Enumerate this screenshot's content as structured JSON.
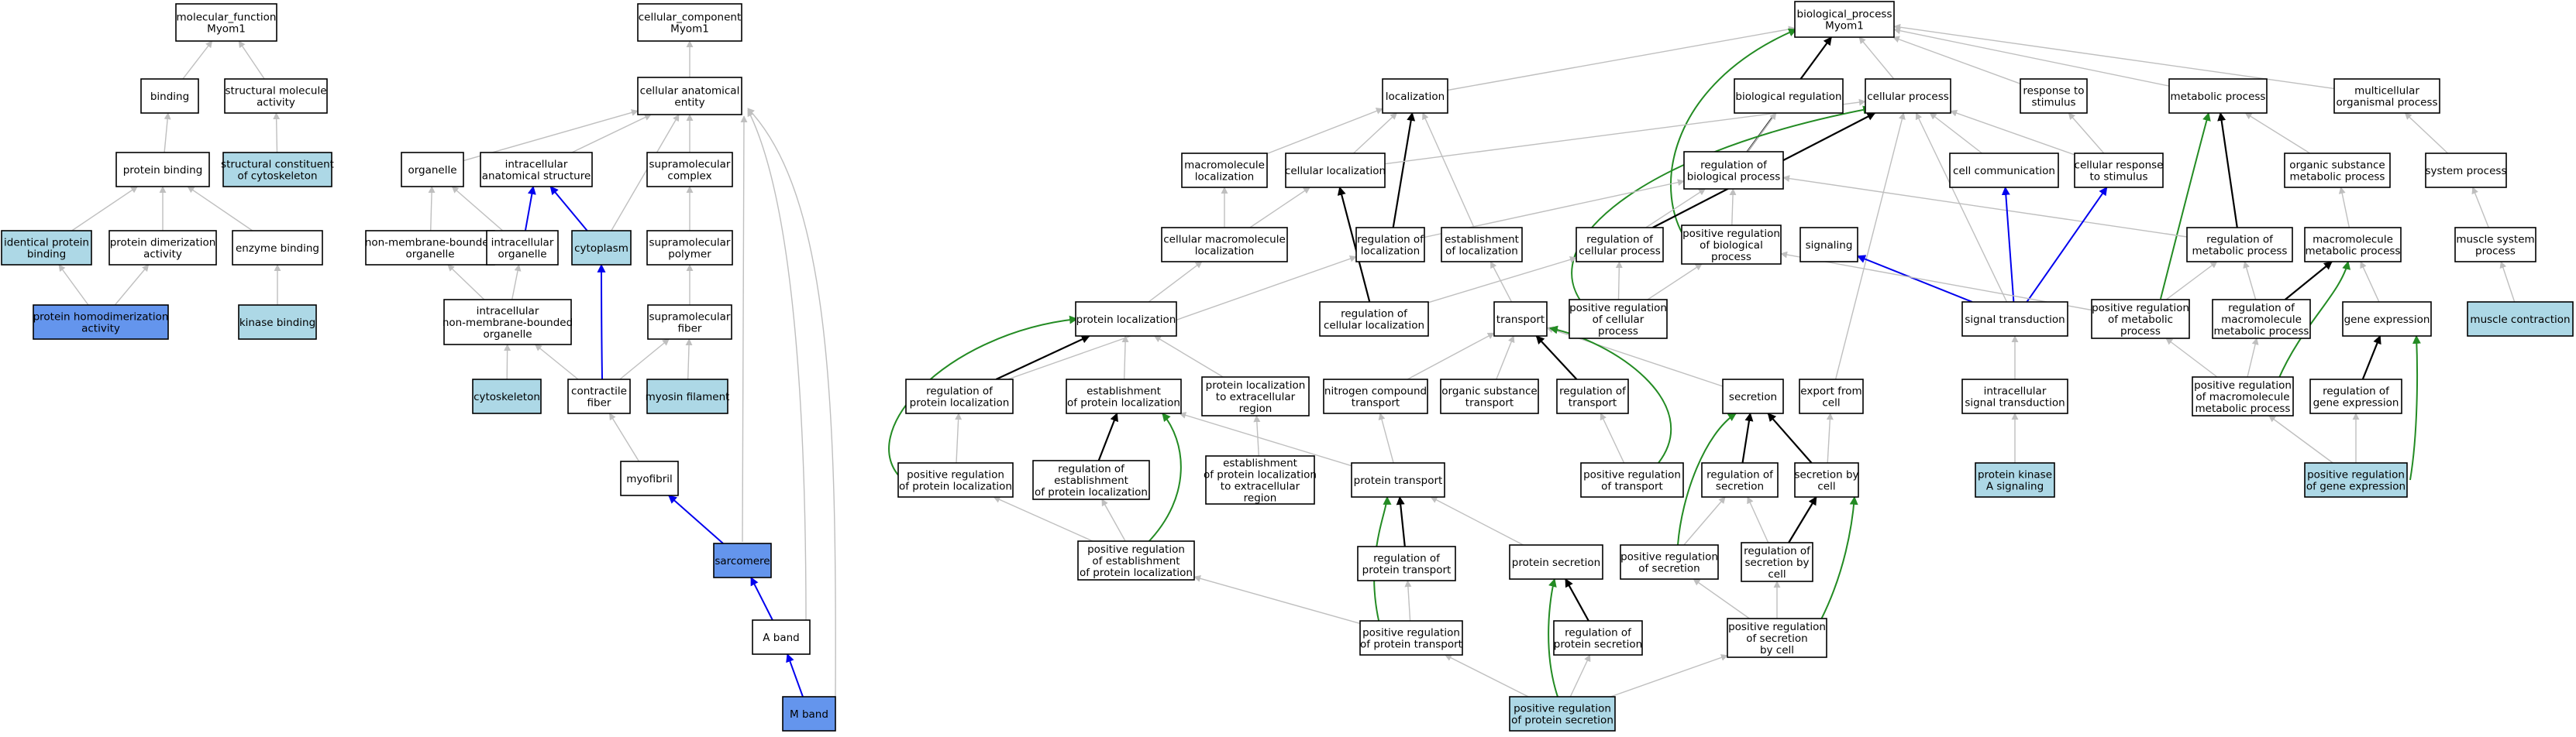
{
  "palette": {
    "plain_fill": "#ffffff",
    "light_fill": "#add8e6",
    "dark_fill": "#6495ed",
    "edge_gray": "#bfbfbf",
    "edge_black": "#000000",
    "edge_blue": "#0000ee",
    "edge_green": "#238b23"
  },
  "nodes": [
    {
      "id": "mf",
      "lines": [
        "molecular_function",
        "Myom1"
      ],
      "style": "plain"
    },
    {
      "id": "binding",
      "lines": [
        "binding"
      ],
      "style": "plain"
    },
    {
      "id": "smact",
      "lines": [
        "structural molecule",
        "activity"
      ],
      "style": "plain"
    },
    {
      "id": "pbind",
      "lines": [
        "protein binding"
      ],
      "style": "plain"
    },
    {
      "id": "scc",
      "lines": [
        "structural constituent",
        "of cytoskeleton"
      ],
      "style": "light"
    },
    {
      "id": "ipb",
      "lines": [
        "identical protein",
        "binding"
      ],
      "style": "light"
    },
    {
      "id": "pda",
      "lines": [
        "protein dimerization",
        "activity"
      ],
      "style": "plain"
    },
    {
      "id": "ebind",
      "lines": [
        "enzyme binding"
      ],
      "style": "plain"
    },
    {
      "id": "phda",
      "lines": [
        "protein homodimerization",
        "activity"
      ],
      "style": "dark"
    },
    {
      "id": "kbind",
      "lines": [
        "kinase binding"
      ],
      "style": "light"
    },
    {
      "id": "cc",
      "lines": [
        "cellular_component",
        "Myom1"
      ],
      "style": "plain"
    },
    {
      "id": "cae",
      "lines": [
        "cellular anatomical",
        "entity"
      ],
      "style": "plain"
    },
    {
      "id": "organelle",
      "lines": [
        "organelle"
      ],
      "style": "plain"
    },
    {
      "id": "ias",
      "lines": [
        "intracellular",
        "anatomical structure"
      ],
      "style": "plain"
    },
    {
      "id": "smc",
      "lines": [
        "supramolecular",
        "complex"
      ],
      "style": "plain"
    },
    {
      "id": "nmbo",
      "lines": [
        "non-membrane-bounded",
        "organelle"
      ],
      "style": "plain"
    },
    {
      "id": "io",
      "lines": [
        "intracellular",
        "organelle"
      ],
      "style": "plain"
    },
    {
      "id": "cyto",
      "lines": [
        "cytoplasm"
      ],
      "style": "light"
    },
    {
      "id": "smp",
      "lines": [
        "supramolecular",
        "polymer"
      ],
      "style": "plain"
    },
    {
      "id": "inmbo",
      "lines": [
        "intracellular",
        "non-membrane-bounded",
        "organelle"
      ],
      "style": "plain"
    },
    {
      "id": "smf",
      "lines": [
        "supramolecular",
        "fiber"
      ],
      "style": "plain"
    },
    {
      "id": "cytoskel",
      "lines": [
        "cytoskeleton"
      ],
      "style": "light"
    },
    {
      "id": "cfib",
      "lines": [
        "contractile",
        "fiber"
      ],
      "style": "plain"
    },
    {
      "id": "myof",
      "lines": [
        "myosin filament"
      ],
      "style": "light"
    },
    {
      "id": "myofibril",
      "lines": [
        "myofibril"
      ],
      "style": "plain"
    },
    {
      "id": "sarc",
      "lines": [
        "sarcomere"
      ],
      "style": "dark"
    },
    {
      "id": "aband",
      "lines": [
        "A band"
      ],
      "style": "plain"
    },
    {
      "id": "mband",
      "lines": [
        "M band"
      ],
      "style": "dark"
    },
    {
      "id": "bp",
      "lines": [
        "biological_process",
        "Myom1"
      ],
      "style": "plain"
    },
    {
      "id": "loc",
      "lines": [
        "localization"
      ],
      "style": "plain"
    },
    {
      "id": "breg",
      "lines": [
        "biological regulation"
      ],
      "style": "plain"
    },
    {
      "id": "cproc",
      "lines": [
        "cellular process"
      ],
      "style": "plain"
    },
    {
      "id": "rts",
      "lines": [
        "response to",
        "stimulus"
      ],
      "style": "plain"
    },
    {
      "id": "metab",
      "lines": [
        "metabolic process"
      ],
      "style": "plain"
    },
    {
      "id": "mop",
      "lines": [
        "multicellular",
        "organismal process"
      ],
      "style": "plain"
    },
    {
      "id": "mml",
      "lines": [
        "macromolecule",
        "localization"
      ],
      "style": "plain"
    },
    {
      "id": "cloc",
      "lines": [
        "cellular localization"
      ],
      "style": "plain"
    },
    {
      "id": "rbp",
      "lines": [
        "regulation of",
        "biological process"
      ],
      "style": "plain"
    },
    {
      "id": "ccomm",
      "lines": [
        "cell communication"
      ],
      "style": "plain"
    },
    {
      "id": "crts",
      "lines": [
        "cellular response",
        "to stimulus"
      ],
      "style": "plain"
    },
    {
      "id": "osmp",
      "lines": [
        "organic substance",
        "metabolic process"
      ],
      "style": "plain"
    },
    {
      "id": "sysp",
      "lines": [
        "system process"
      ],
      "style": "plain"
    },
    {
      "id": "cmml",
      "lines": [
        "cellular macromolecule",
        "localization"
      ],
      "style": "plain"
    },
    {
      "id": "rloc",
      "lines": [
        "regulation of",
        "localization"
      ],
      "style": "plain"
    },
    {
      "id": "eloc",
      "lines": [
        "establishment",
        "of localization"
      ],
      "style": "plain"
    },
    {
      "id": "rcp",
      "lines": [
        "regulation of",
        "cellular process"
      ],
      "style": "plain"
    },
    {
      "id": "prbp",
      "lines": [
        "positive regulation",
        "of biological",
        "process"
      ],
      "style": "plain"
    },
    {
      "id": "signal",
      "lines": [
        "signaling"
      ],
      "style": "plain"
    },
    {
      "id": "rmp",
      "lines": [
        "regulation of",
        "metabolic process"
      ],
      "style": "plain"
    },
    {
      "id": "mmp",
      "lines": [
        "macromolecule",
        "metabolic process"
      ],
      "style": "plain"
    },
    {
      "id": "msp",
      "lines": [
        "muscle system",
        "process"
      ],
      "style": "plain"
    },
    {
      "id": "ploc",
      "lines": [
        "protein localization"
      ],
      "style": "plain"
    },
    {
      "id": "rcloc",
      "lines": [
        "regulation of",
        "cellular localization"
      ],
      "style": "plain"
    },
    {
      "id": "transport",
      "lines": [
        "transport"
      ],
      "style": "plain"
    },
    {
      "id": "prcp",
      "lines": [
        "positive regulation",
        "of cellular",
        "process"
      ],
      "style": "plain"
    },
    {
      "id": "st",
      "lines": [
        "signal transduction"
      ],
      "style": "plain"
    },
    {
      "id": "prmp",
      "lines": [
        "positive regulation",
        "of metabolic",
        "process"
      ],
      "style": "plain"
    },
    {
      "id": "rmmp",
      "lines": [
        "regulation of",
        "macromolecule",
        "metabolic process"
      ],
      "style": "plain"
    },
    {
      "id": "gexp",
      "lines": [
        "gene expression"
      ],
      "style": "plain"
    },
    {
      "id": "mcon",
      "lines": [
        "muscle contraction"
      ],
      "style": "light"
    },
    {
      "id": "rploc",
      "lines": [
        "regulation of",
        "protein localization"
      ],
      "style": "plain"
    },
    {
      "id": "eploc",
      "lines": [
        "establishment",
        "of protein localization"
      ],
      "style": "plain"
    },
    {
      "id": "pler",
      "lines": [
        "protein localization",
        "to extracellular",
        "region"
      ],
      "style": "plain"
    },
    {
      "id": "nct",
      "lines": [
        "nitrogen compound",
        "transport"
      ],
      "style": "plain"
    },
    {
      "id": "ost",
      "lines": [
        "organic substance",
        "transport"
      ],
      "style": "plain"
    },
    {
      "id": "rtrans",
      "lines": [
        "regulation of",
        "transport"
      ],
      "style": "plain"
    },
    {
      "id": "secr",
      "lines": [
        "secretion"
      ],
      "style": "plain"
    },
    {
      "id": "efc",
      "lines": [
        "export from",
        "cell"
      ],
      "style": "plain"
    },
    {
      "id": "ist",
      "lines": [
        "intracellular",
        "signal transduction"
      ],
      "style": "plain"
    },
    {
      "id": "prmmp",
      "lines": [
        "positive regulation",
        "of macromolecule",
        "metabolic process"
      ],
      "style": "plain"
    },
    {
      "id": "rge",
      "lines": [
        "regulation of",
        "gene expression"
      ],
      "style": "plain"
    },
    {
      "id": "prploc",
      "lines": [
        "positive regulation",
        "of protein localization"
      ],
      "style": "plain"
    },
    {
      "id": "reploc",
      "lines": [
        "regulation of",
        "establishment",
        "of protein localization"
      ],
      "style": "plain"
    },
    {
      "id": "epler",
      "lines": [
        "establishment",
        "of protein localization",
        "to extracellular",
        "region"
      ],
      "style": "plain"
    },
    {
      "id": "ptrans",
      "lines": [
        "protein transport"
      ],
      "style": "plain"
    },
    {
      "id": "prtrans",
      "lines": [
        "positive regulation",
        "of transport"
      ],
      "style": "plain"
    },
    {
      "id": "rsecr",
      "lines": [
        "regulation of",
        "secretion"
      ],
      "style": "plain"
    },
    {
      "id": "sbc",
      "lines": [
        "secretion by",
        "cell"
      ],
      "style": "plain"
    },
    {
      "id": "pkas",
      "lines": [
        "protein kinase",
        "A signaling"
      ],
      "style": "light"
    },
    {
      "id": "prge",
      "lines": [
        "positive regulation",
        "of gene expression"
      ],
      "style": "light"
    },
    {
      "id": "preploc",
      "lines": [
        "positive regulation",
        "of establishment",
        "of protein localization"
      ],
      "style": "plain"
    },
    {
      "id": "rpt",
      "lines": [
        "regulation of",
        "protein transport"
      ],
      "style": "plain"
    },
    {
      "id": "psecr",
      "lines": [
        "protein secretion"
      ],
      "style": "plain"
    },
    {
      "id": "prsecr",
      "lines": [
        "positive regulation",
        "of secretion"
      ],
      "style": "plain"
    },
    {
      "id": "rsbc",
      "lines": [
        "regulation of",
        "secretion by",
        "cell"
      ],
      "style": "plain"
    },
    {
      "id": "prpt",
      "lines": [
        "positive regulation",
        "of protein transport"
      ],
      "style": "plain"
    },
    {
      "id": "rps",
      "lines": [
        "regulation of",
        "protein secretion"
      ],
      "style": "plain"
    },
    {
      "id": "prsbc",
      "lines": [
        "positive regulation",
        "of secretion",
        "by cell"
      ],
      "style": "plain"
    },
    {
      "id": "prps",
      "lines": [
        "positive regulation",
        "of protein secretion"
      ],
      "style": "light"
    }
  ],
  "edges": [
    [
      "binding",
      "mf",
      "gray"
    ],
    [
      "smact",
      "mf",
      "gray"
    ],
    [
      "pbind",
      "binding",
      "gray"
    ],
    [
      "scc",
      "smact",
      "gray"
    ],
    [
      "ipb",
      "pbind",
      "gray"
    ],
    [
      "pda",
      "pbind",
      "gray"
    ],
    [
      "ebind",
      "pbind",
      "gray"
    ],
    [
      "phda",
      "ipb",
      "gray"
    ],
    [
      "phda",
      "pda",
      "gray"
    ],
    [
      "kbind",
      "ebind",
      "gray"
    ],
    [
      "cae",
      "cc",
      "gray"
    ],
    [
      "organelle",
      "cae",
      "gray"
    ],
    [
      "ias",
      "cae",
      "gray"
    ],
    [
      "smc",
      "cae",
      "gray"
    ],
    [
      "cyto",
      "cae",
      "gray"
    ],
    [
      "sarc",
      "cae",
      "gray"
    ],
    [
      "aband",
      "cae",
      "gray"
    ],
    [
      "mband",
      "cae",
      "gray"
    ],
    [
      "nmbo",
      "organelle",
      "gray"
    ],
    [
      "io",
      "organelle",
      "gray"
    ],
    [
      "io",
      "ias",
      "blue"
    ],
    [
      "cyto",
      "ias",
      "blue"
    ],
    [
      "smp",
      "smc",
      "gray"
    ],
    [
      "inmbo",
      "nmbo",
      "gray"
    ],
    [
      "inmbo",
      "io",
      "gray"
    ],
    [
      "smf",
      "smp",
      "gray"
    ],
    [
      "cytoskel",
      "inmbo",
      "gray"
    ],
    [
      "cfib",
      "inmbo",
      "gray"
    ],
    [
      "cfib",
      "cyto",
      "blue"
    ],
    [
      "cfib",
      "smf",
      "gray"
    ],
    [
      "myof",
      "smf",
      "gray"
    ],
    [
      "myofibril",
      "cfib",
      "gray"
    ],
    [
      "sarc",
      "myofibril",
      "blue"
    ],
    [
      "aband",
      "sarc",
      "blue"
    ],
    [
      "mband",
      "aband",
      "blue"
    ],
    [
      "loc",
      "bp",
      "gray"
    ],
    [
      "breg",
      "bp",
      "gray"
    ],
    [
      "cproc",
      "bp",
      "gray"
    ],
    [
      "rts",
      "bp",
      "gray"
    ],
    [
      "metab",
      "bp",
      "gray"
    ],
    [
      "mop",
      "bp",
      "gray"
    ],
    [
      "rbp",
      "bp",
      "black"
    ],
    [
      "prbp",
      "bp",
      "green"
    ],
    [
      "mml",
      "loc",
      "gray"
    ],
    [
      "cloc",
      "loc",
      "gray"
    ],
    [
      "rloc",
      "loc",
      "black"
    ],
    [
      "eloc",
      "loc",
      "gray"
    ],
    [
      "rbp",
      "breg",
      "gray"
    ],
    [
      "cloc",
      "cproc",
      "gray"
    ],
    [
      "rcp",
      "cproc",
      "black"
    ],
    [
      "prcp",
      "cproc",
      "green"
    ],
    [
      "ccomm",
      "cproc",
      "gray"
    ],
    [
      "crts",
      "cproc",
      "gray"
    ],
    [
      "st",
      "cproc",
      "gray"
    ],
    [
      "efc",
      "cproc",
      "gray"
    ],
    [
      "crts",
      "rts",
      "gray"
    ],
    [
      "osmp",
      "metab",
      "gray"
    ],
    [
      "rmp",
      "metab",
      "black"
    ],
    [
      "prmp",
      "metab",
      "green"
    ],
    [
      "sysp",
      "mop",
      "gray"
    ],
    [
      "cmml",
      "mml",
      "gray"
    ],
    [
      "cmml",
      "cloc",
      "gray"
    ],
    [
      "rcloc",
      "cloc",
      "black"
    ],
    [
      "rloc",
      "rbp",
      "gray"
    ],
    [
      "rcp",
      "rbp",
      "gray"
    ],
    [
      "rmp",
      "rbp",
      "gray"
    ],
    [
      "prbp",
      "rbp",
      "gray"
    ],
    [
      "st",
      "ccomm",
      "blue"
    ],
    [
      "st",
      "crts",
      "blue"
    ],
    [
      "mmp",
      "osmp",
      "gray"
    ],
    [
      "msp",
      "sysp",
      "gray"
    ],
    [
      "ploc",
      "cmml",
      "gray"
    ],
    [
      "rploc",
      "rloc",
      "gray"
    ],
    [
      "transport",
      "eloc",
      "gray"
    ],
    [
      "prcp",
      "rcp",
      "gray"
    ],
    [
      "prcp",
      "prbp",
      "gray"
    ],
    [
      "st",
      "signal",
      "blue"
    ],
    [
      "rmmp",
      "rmp",
      "gray"
    ],
    [
      "prmp",
      "rmp",
      "gray"
    ],
    [
      "prmp",
      "prbp",
      "gray"
    ],
    [
      "rmmp",
      "mmp",
      "black"
    ],
    [
      "gexp",
      "mmp",
      "gray"
    ],
    [
      "prmmp",
      "mmp",
      "green"
    ],
    [
      "mcon",
      "msp",
      "gray"
    ],
    [
      "rploc",
      "ploc",
      "black"
    ],
    [
      "eploc",
      "ploc",
      "gray"
    ],
    [
      "pler",
      "ploc",
      "gray"
    ],
    [
      "rcloc",
      "rcp",
      "gray"
    ],
    [
      "prploc",
      "ploc",
      "green"
    ],
    [
      "nct",
      "transport",
      "gray"
    ],
    [
      "ost",
      "transport",
      "gray"
    ],
    [
      "rtrans",
      "transport",
      "black"
    ],
    [
      "secr",
      "transport",
      "gray"
    ],
    [
      "prtrans",
      "transport",
      "green"
    ],
    [
      "ist",
      "st",
      "gray"
    ],
    [
      "prmmp",
      "rmmp",
      "gray"
    ],
    [
      "prmmp",
      "prmp",
      "gray"
    ],
    [
      "rge",
      "gexp",
      "black"
    ],
    [
      "prge",
      "gexp",
      "green"
    ],
    [
      "prploc",
      "rploc",
      "gray"
    ],
    [
      "reploc",
      "eploc",
      "black"
    ],
    [
      "preploc",
      "eploc",
      "green"
    ],
    [
      "epler",
      "pler",
      "gray"
    ],
    [
      "ptrans",
      "nct",
      "gray"
    ],
    [
      "ptrans",
      "eploc",
      "gray"
    ],
    [
      "prtrans",
      "rtrans",
      "gray"
    ],
    [
      "rsecr",
      "secr",
      "black"
    ],
    [
      "sbc",
      "secr",
      "black"
    ],
    [
      "sbc",
      "efc",
      "gray"
    ],
    [
      "pkas",
      "ist",
      "gray"
    ],
    [
      "prge",
      "rge",
      "gray"
    ],
    [
      "prge",
      "prmmp",
      "gray"
    ],
    [
      "preploc",
      "reploc",
      "gray"
    ],
    [
      "preploc",
      "prploc",
      "gray"
    ],
    [
      "rpt",
      "ptrans",
      "black"
    ],
    [
      "prpt",
      "ptrans",
      "green"
    ],
    [
      "psecr",
      "ptrans",
      "gray"
    ],
    [
      "prsecr",
      "rsecr",
      "gray"
    ],
    [
      "prsecr",
      "secr",
      "green"
    ],
    [
      "rsbc",
      "sbc",
      "black"
    ],
    [
      "prsbc",
      "sbc",
      "green"
    ],
    [
      "rsbc",
      "rsecr",
      "gray"
    ],
    [
      "prpt",
      "rpt",
      "gray"
    ],
    [
      "prpt",
      "preploc",
      "gray"
    ],
    [
      "rps",
      "psecr",
      "black"
    ],
    [
      "prps",
      "psecr",
      "green"
    ],
    [
      "prsbc",
      "rsbc",
      "gray"
    ],
    [
      "prsbc",
      "prsecr",
      "gray"
    ],
    [
      "prps",
      "rps",
      "gray"
    ],
    [
      "prps",
      "prpt",
      "gray"
    ],
    [
      "prps",
      "prsbc",
      "gray"
    ]
  ]
}
